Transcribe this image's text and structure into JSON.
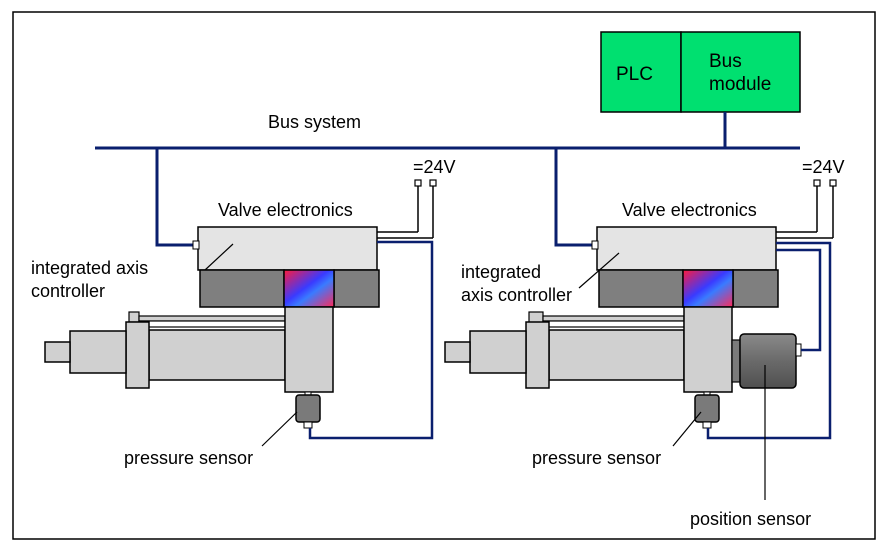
{
  "plc": {
    "label": "PLC",
    "bus_module_line1": "Bus",
    "bus_module_line2": "module",
    "fill": "#00e070"
  },
  "bus": {
    "label": "Bus system",
    "color": "#0a1f6e"
  },
  "left_axis": {
    "supply_label": "=24V",
    "valve_label": "Valve electronics",
    "controller_line1": "integrated axis",
    "controller_line2": "controller",
    "pressure_label": "pressure sensor"
  },
  "right_axis": {
    "supply_label": "=24V",
    "valve_label": "Valve electronics",
    "controller_line1": "integrated",
    "controller_line2": "axis controller",
    "pressure_label": "pressure sensor",
    "position_label": "position sensor"
  }
}
